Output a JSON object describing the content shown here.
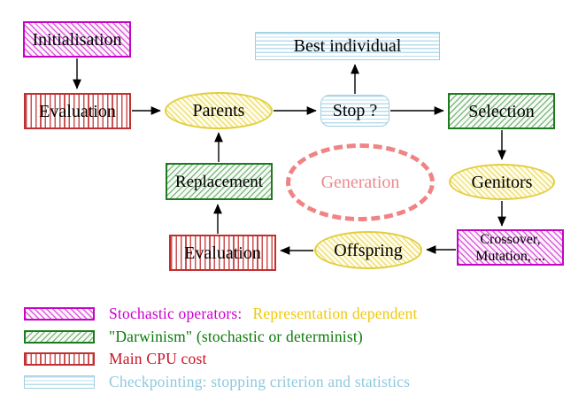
{
  "nodes": {
    "initialisation": "Initialisation",
    "evaluation_top": "Evaluation",
    "parents": "Parents",
    "best_individual": "Best individual",
    "stop": "Stop ?",
    "selection": "Selection",
    "genitors": "Genitors",
    "crossover_line1": "Crossover,",
    "crossover_line2": "Mutation, ...",
    "offspring": "Offspring",
    "evaluation_bottom": "Evaluation",
    "replacement": "Replacement",
    "generation": "Generation"
  },
  "legend": {
    "stochastic": {
      "label": "Stochastic operators:",
      "suffix": "Representation dependent",
      "swatch": "magenta-diagonal-hatch"
    },
    "darwinism": {
      "label": "\"Darwinism\" (stochastic or determinist)",
      "swatch": "green-diagonal-hatch"
    },
    "cpu_cost": {
      "label": "Main CPU cost",
      "swatch": "red-vertical-stripes"
    },
    "checkpointing": {
      "label": "Checkpointing: stopping criterion and statistics",
      "swatch": "cyan-horizontal-stripes"
    }
  },
  "colors": {
    "magenta": "#cc00cc",
    "green": "#1e7a1e",
    "red": "#c03030",
    "cyan": "#9fd0e2",
    "yellow": "#e2ce42",
    "gold_text": "#eec90a",
    "salmon": "#f08384",
    "arrow": "#000000"
  }
}
